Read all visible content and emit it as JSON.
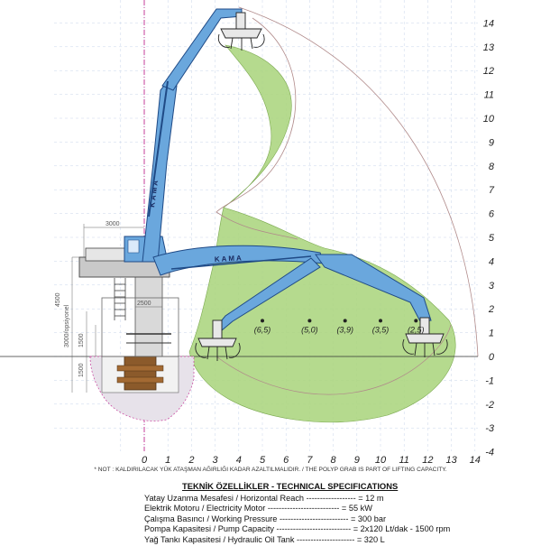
{
  "axes": {
    "y_labels": [
      "14",
      "13",
      "12",
      "11",
      "10",
      "9",
      "8",
      "7",
      "6",
      "5",
      "4",
      "3",
      "2",
      "1",
      "0",
      "-1",
      "-2",
      "-3",
      "-4"
    ],
    "x_labels": [
      "0",
      "1",
      "2",
      "3",
      "4",
      "5",
      "6",
      "7",
      "8",
      "9",
      "10",
      "11",
      "12",
      "13",
      "14"
    ]
  },
  "dimensions": {
    "d3000": "3000",
    "d4500": "4500",
    "d3000_opsiyonel": "3000/opsiyonel",
    "d2500": "2500",
    "d1500a": "1500",
    "d1500b": "1500"
  },
  "capacities": [
    "(6,5)",
    "(5,0)",
    "(3,9)",
    "(3,5)",
    "(2,5)"
  ],
  "brand": "KAMA",
  "note": "* NOT : KALDIRILACAK YÜK ATAŞMAN AĞIRLIĞI KADAR AZALTILMALIDIR. / THE POLYP GRAB IS PART OF LIFTING CAPACITY.",
  "specs": {
    "title": "TEKNİK ÖZELLİKLER - TECHNICAL SPECIFICATIONS",
    "rows": [
      "Yatay Uzanma Mesafesi / Horizontal Reach ------------------ = 12 m",
      "Elektrik Motoru / Electricity Motor -------------------------- = 55 kW",
      "Çalışma Basıncı / Working Pressure ------------------------- = 300 bar",
      "Pompa Kapasitesi / Pump Capacity --------------------------- = 2x120 Lt/dak - 1500 rpm",
      "Yağ Tankı Kapasitesi / Hydraulic Oil Tank --------------------- = 320 L"
    ]
  },
  "colors": {
    "grid": "#9fb6d6",
    "axis": "#c53c9a",
    "envelope": "#a8d47a",
    "boom": "#6aa7dd",
    "boom_dark": "#1f4a86",
    "foundation": "#8b5a2b"
  }
}
